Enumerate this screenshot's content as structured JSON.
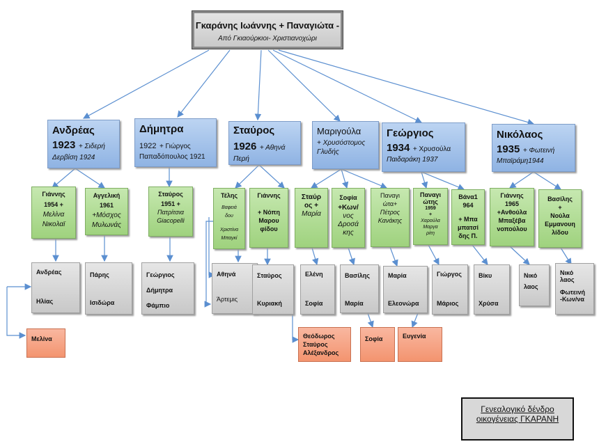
{
  "root": {
    "name": "Γκαράνης Ιωάννης + Παναγιώτα -",
    "origin": "Από Γκιαούρκιοι- Χριστιανοχώρι"
  },
  "children": [
    {
      "name": "Ανδρέας",
      "year": "1923",
      "spouse": "+ Σιδερή",
      "spouse2": "Δερβίση 1924"
    },
    {
      "name": "Δήμητρα",
      "year": "1922",
      "spouse": "+ Γιώργος",
      "spouse2": "Παπαδόπουλος 1921"
    },
    {
      "name": "Σταύρος",
      "year": "1926",
      "spouse": "+ Αθηνά",
      "spouse2": "Περή"
    },
    {
      "name": "Μαριγούλα",
      "spouse": "+ Χρυσόστομος",
      "spouse2": "Γλυδής"
    },
    {
      "name": "Γεώργιος",
      "year": "1934",
      "spouse": "+ Χρυσούλα",
      "spouse2": "Παιδαράκη 1937"
    },
    {
      "name": "Νικόλαος",
      "year": "1935",
      "spouse": "+ Φωτεινή",
      "spouse2": "Μπαϊράμη1944"
    }
  ],
  "grandchildren": {
    "g1": [
      "Γιάννης",
      "1954 +",
      "Μελίνα",
      "Νικολαϊ"
    ],
    "g2": [
      "Αγγελική",
      "1961",
      "+Μόσχος",
      "Μυλωνάς"
    ],
    "g3": [
      "Σταύρος",
      "1951 +",
      "Πατρίτσια",
      "Giacopelli"
    ],
    "g4": [
      "Τέλης",
      "Βαφειά",
      "δου",
      "Χριστίνα",
      "Μπαγκί"
    ],
    "g5": [
      "Γιάννης",
      "+ Νόπη",
      "Μαρου",
      "φίδου"
    ],
    "g6": [
      "Σταύρ",
      "ος +",
      "Μαρία"
    ],
    "g7": [
      "Σοφία",
      "+Κων/",
      "νος",
      "Δροσά",
      "κης"
    ],
    "g8": [
      "Παναγι",
      "ώτα+",
      "Πέτρος",
      "Κανάκης"
    ],
    "g9": [
      "Παναγι",
      "ώτης",
      "1959",
      "+",
      "Χαρούλα",
      "Μαργα",
      "ρίτη"
    ],
    "g10": [
      "Βάνα1",
      "964",
      "+ Μπα",
      "μπατσί",
      "δης Π."
    ],
    "g11": [
      "Γιάννης",
      "1965",
      "+Ανθούλα",
      "Μπαξέβα",
      "νοπούλου"
    ],
    "g12": [
      "Βασίλης",
      "+",
      "Νούλα",
      "Εμμανουη",
      "λίδου"
    ]
  },
  "great": {
    "ga1": [
      "Ανδρέας",
      "Ηλίας"
    ],
    "ga2": [
      "Πάρης",
      "Ισιδώρα"
    ],
    "ga3": [
      "Γεώργιος",
      "Δήμητρα",
      "Φάμπιο"
    ],
    "ga4": [
      "Αθηνά",
      "Άρτεμις"
    ],
    "ga5": [
      "Σταύρος",
      "Κυριακή"
    ],
    "ga6": [
      "Ελένη",
      "Σοφία"
    ],
    "ga7": [
      "Βασίλης",
      "Μαρία"
    ],
    "ga8": [
      "Μαρία",
      "Ελεονώρα"
    ],
    "ga9": [
      "Γιώργος",
      "Μάριος"
    ],
    "ga10": [
      "Βίκυ",
      "Χρύσα"
    ],
    "ga11": [
      "Νικό",
      "λαος"
    ],
    "ga12": [
      "Νικό",
      "λαος",
      "Φωτεινή",
      "-Κων/να"
    ]
  },
  "great_great": {
    "o1": [
      "Μελίνα"
    ],
    "o2": [
      "Θεόδωρος",
      "Σταύρος",
      "Αλέξανδρος"
    ],
    "o3": [
      "Σοφία"
    ],
    "o4": [
      "Ευγενία"
    ]
  },
  "legend": {
    "line1": "Γενεαλογικό δένδρο",
    "line2": "οικογένειας ΓΚΑΡΑΝΗ"
  },
  "colors": {
    "parent": "#a8c4ec",
    "child": "#b2dd96",
    "grand": "#d6d6d6",
    "great": "#f5a17f",
    "line": "#5b8fd0"
  }
}
